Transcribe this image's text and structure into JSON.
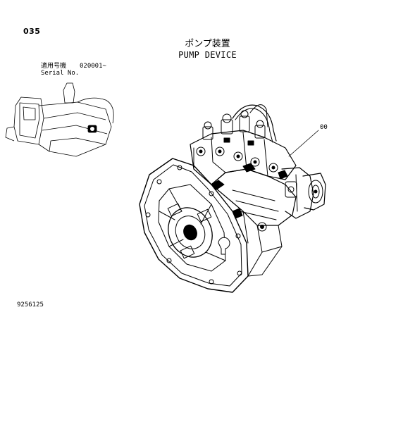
{
  "page_number": "035",
  "title_jp": "ポンプ装置",
  "title_en": "PUMP DEVICE",
  "serial": {
    "label_jp": "適用号機",
    "value": "020001~",
    "label_en": "Serial No."
  },
  "callout": "00",
  "figure_number": "9256125"
}
